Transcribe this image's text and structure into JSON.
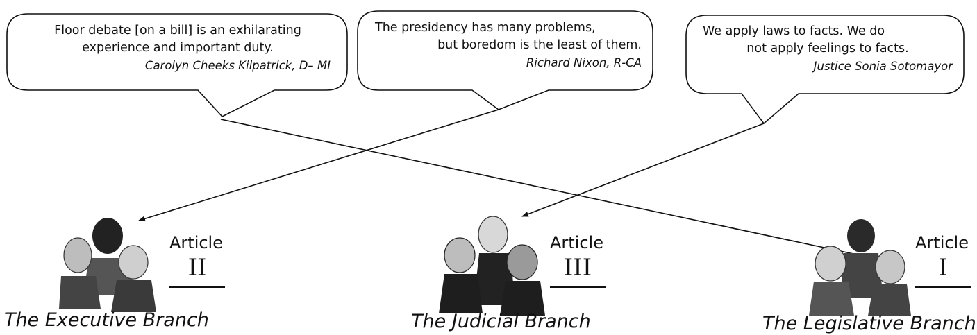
{
  "quotes": [
    {
      "lines": [
        "Floor debate [on a bill] is an exhilarating",
        "experience and important duty."
      ],
      "author": "Carolyn Cheeks Kilpatrick, D– MI"
    },
    {
      "lines": [
        "The presidency has many problems,",
        "but boredom is the least of them."
      ],
      "author": "Richard Nixon, R-CA"
    },
    {
      "lines": [
        "We apply laws to facts. We do",
        "not apply feelings to facts."
      ],
      "author": "Justice Sonia Sotomayor"
    }
  ],
  "branches": [
    {
      "article_word": "Article",
      "numeral": "II",
      "name": "The Executive Branch"
    },
    {
      "article_word": "Article",
      "numeral": "III",
      "name": "The Judicial Branch"
    },
    {
      "article_word": "Article",
      "numeral": "I",
      "name": "The Legislative Branch"
    }
  ]
}
